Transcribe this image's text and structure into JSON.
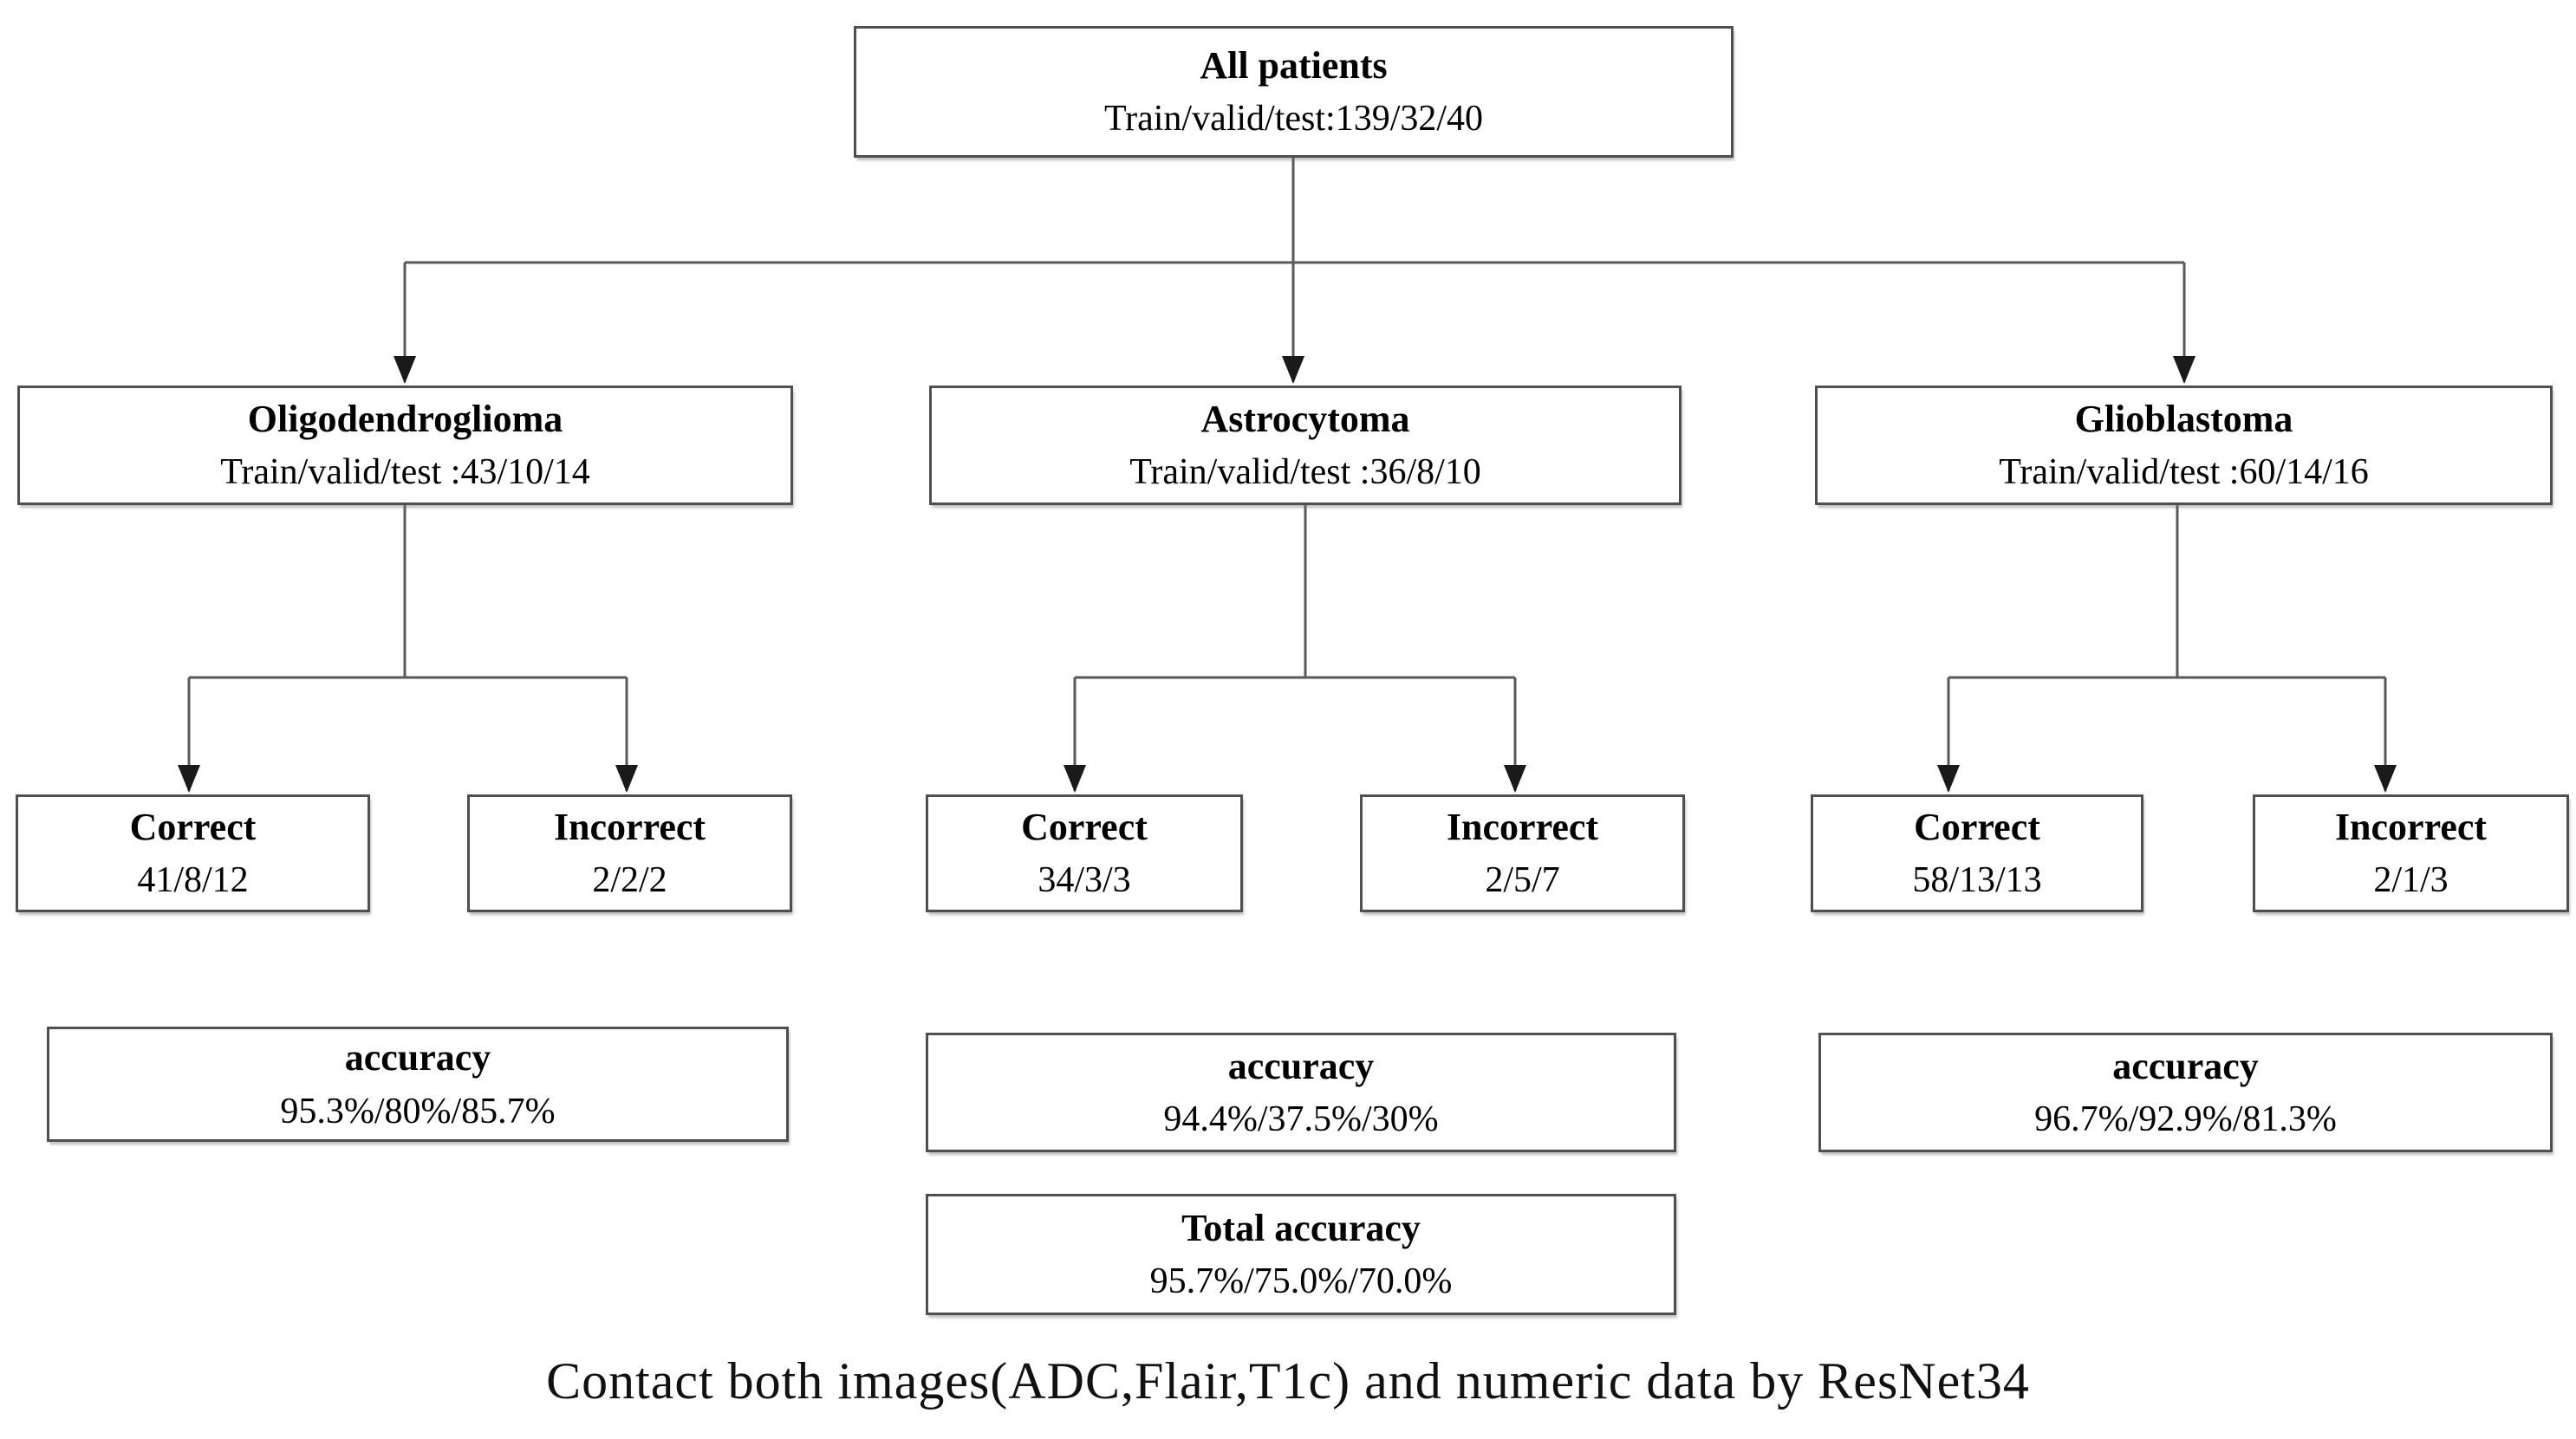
{
  "root": {
    "title": "All patients",
    "subtitle": "Train/valid/test:139/32/40"
  },
  "groups": [
    {
      "node": {
        "title": "Oligodendroglioma",
        "subtitle": "Train/valid/test :43/10/14"
      },
      "correct": {
        "label": "Correct",
        "values": "41/8/12"
      },
      "incorrect": {
        "label": "Incorrect",
        "values": "2/2/2"
      },
      "accuracy": {
        "label": "accuracy",
        "values": "95.3%/80%/85.7%"
      }
    },
    {
      "node": {
        "title": "Astrocytoma",
        "subtitle": "Train/valid/test :36/8/10"
      },
      "correct": {
        "label": "Correct",
        "values": "34/3/3"
      },
      "incorrect": {
        "label": "Incorrect",
        "values": "2/5/7"
      },
      "accuracy": {
        "label": "accuracy",
        "values": "94.4%/37.5%/30%"
      }
    },
    {
      "node": {
        "title": "Glioblastoma",
        "subtitle": "Train/valid/test :60/14/16"
      },
      "correct": {
        "label": "Correct",
        "values": "58/13/13"
      },
      "incorrect": {
        "label": "Incorrect",
        "values": "2/1/3"
      },
      "accuracy": {
        "label": "accuracy",
        "values": "96.7%/92.9%/81.3%"
      }
    }
  ],
  "total": {
    "label": "Total accuracy",
    "values": "95.7%/75.0%/70.0%"
  },
  "caption": "Contact both images(ADC,Flair,T1c) and numeric data by ResNet34",
  "colors": {
    "box_border": "#4f4f4f",
    "connector_line": "#595959",
    "arrowhead": "#1a1a1a",
    "text": "#000000",
    "background": "#ffffff"
  }
}
